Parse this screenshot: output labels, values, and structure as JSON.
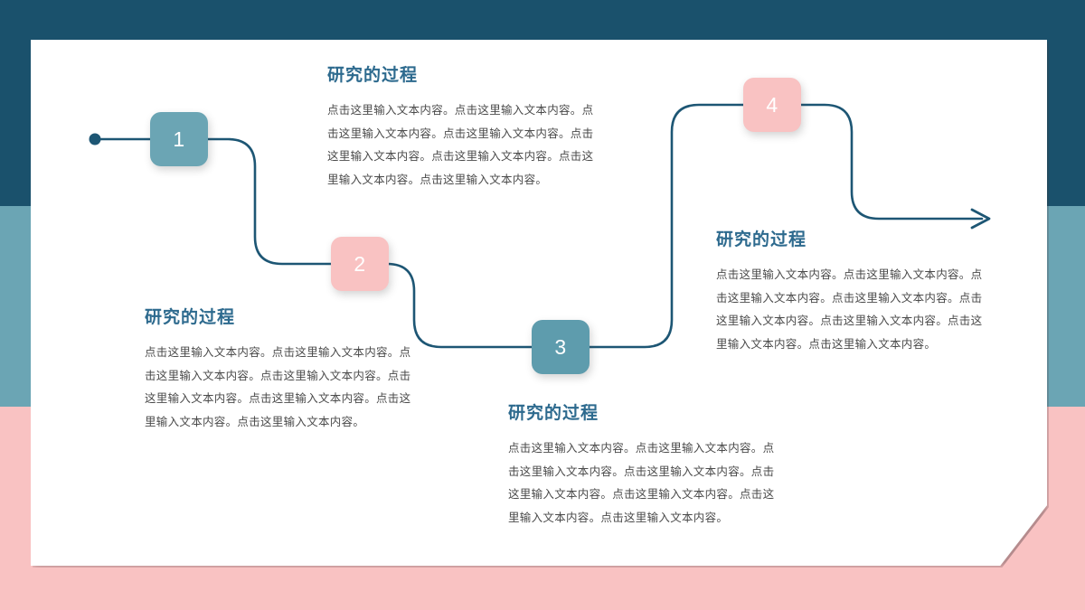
{
  "theme": {
    "dark_teal": "#1a516c",
    "medium_teal": "#6ba5b4",
    "pink": "#f9c2c2",
    "line_color": "#1d5674",
    "title_color": "#2d6a8e",
    "body_color": "#4a4a4a",
    "card_background": "#ffffff"
  },
  "steps": [
    {
      "number": "1",
      "badge_color": "#6ba5b4",
      "title": "研究的过程",
      "body": "点击这里输入文本内容。点击这里输入文本内容。点击这里输入文本内容。点击这里输入文本内容。点击这里输入文本内容。点击这里输入文本内容。点击这里输入文本内容。点击这里输入文本内容。"
    },
    {
      "number": "2",
      "badge_color": "#f9c2c2",
      "title": "研究的过程",
      "body": "点击这里输入文本内容。点击这里输入文本内容。点击这里输入文本内容。点击这里输入文本内容。点击这里输入文本内容。点击这里输入文本内容。点击这里输入文本内容。点击这里输入文本内容。"
    },
    {
      "number": "3",
      "badge_color": "#5e9cad",
      "title": "研究的过程",
      "body": "点击这里输入文本内容。点击这里输入文本内容。点击这里输入文本内容。点击这里输入文本内容。点击这里输入文本内容。点击这里输入文本内容。点击这里输入文本内容。点击这里输入文本内容。"
    },
    {
      "number": "4",
      "badge_color": "#f9c2c2",
      "title": "研究的过程",
      "body": "点击这里输入文本内容。点击这里输入文本内容。点击这里输入文本内容。点击这里输入文本内容。点击这里输入文本内容。点击这里输入文本内容。点击这里输入文本内容。点击这里输入文本内容。"
    }
  ],
  "connector": {
    "start_marker": "start-dot",
    "end_marker": "arrowhead",
    "stroke_width": 2.6
  }
}
